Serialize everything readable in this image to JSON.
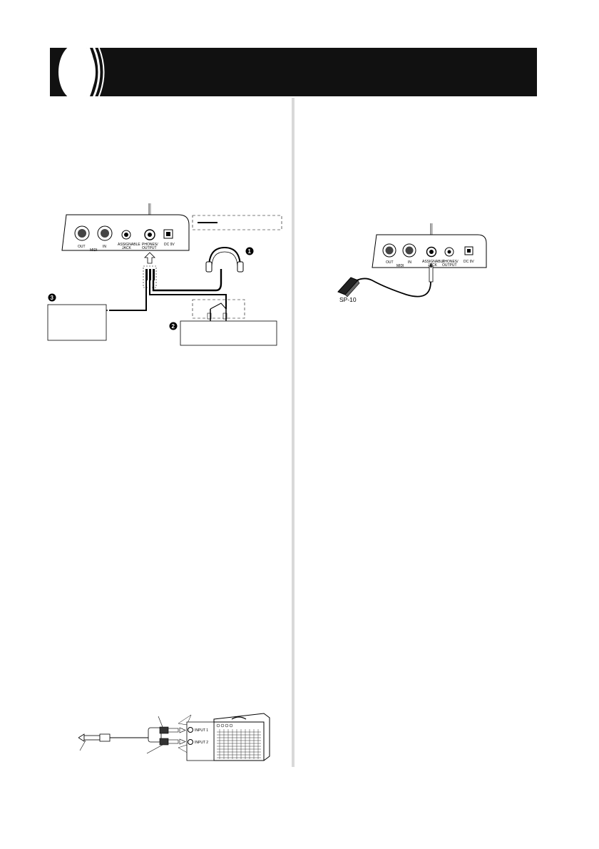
{
  "panel": {
    "jacks": {
      "midi_out": "OUT",
      "midi_in": "IN",
      "midi": "MIDI",
      "assignable": "ASSIGNABLE",
      "assignable_sub": "JACK",
      "assignable_jack": "ASSIGNABLE JACK",
      "phones": "PHONES/",
      "phones_sub": "OUTPUT",
      "phones_output": "PHONES/ OUTPUT",
      "dc": "DC 9V"
    }
  },
  "connection_diagram": {
    "callouts": [
      "1",
      "2",
      "3"
    ]
  },
  "pedal_diagram": {
    "pedal_label": "SP-10"
  },
  "amp_diagram": {
    "input_1": "INPUT 1",
    "input_2": "INPUT 2"
  },
  "colors": {
    "header": "#111111",
    "divider": "#d9d9d9",
    "ink": "#000000"
  }
}
